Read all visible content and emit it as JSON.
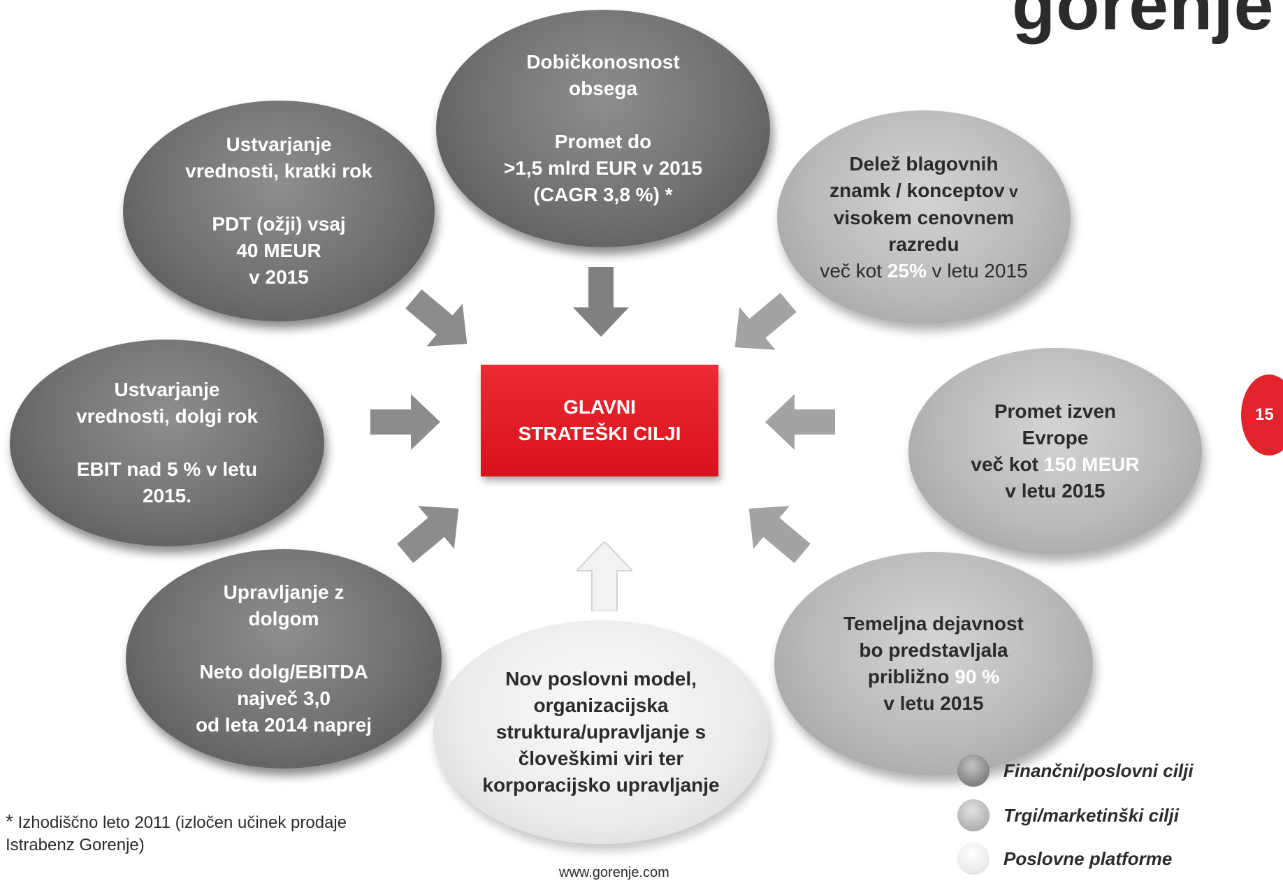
{
  "brand": {
    "logo_text": "gorenje"
  },
  "center": {
    "line1": "GLAVNI",
    "line2": "STRATEŠKI CILJI"
  },
  "goals": {
    "short_term": {
      "title1": "Ustvarjanje",
      "title2": "vrednosti, kratki rok",
      "d1": "PDT (ožji) vsaj",
      "d2": "40 MEUR",
      "d3": "v 2015"
    },
    "profitability": {
      "title1": "Dobičkonosnost",
      "title2": "obsega",
      "d1": "Promet do",
      "d2": ">1,5 mlrd EUR v 2015",
      "d3": "(CAGR 3,8 %) *"
    },
    "brands": {
      "l1": "Delež blagovnih",
      "l2a": "znamk / konceptov",
      "l2b": " v",
      "l3": "visokem cenovnem",
      "l4": "razredu",
      "l5a": "več kot ",
      "l5b": "25%",
      "l5c": " v letu 2015"
    },
    "long_term": {
      "title1": "Ustvarjanje",
      "title2": "vrednosti, dolgi rok",
      "d1a": "EBIT nad ",
      "d1b": "5 %",
      "d1c": " v letu",
      "d2": "2015."
    },
    "outside_europe": {
      "title1": "Promet izven",
      "title2": "Evrope",
      "d1a": "več kot ",
      "d1b": "150 MEUR",
      "d2": "v letu 2015"
    },
    "debt": {
      "title1": "Upravljanje z",
      "title2": "dolgom",
      "d1": "Neto dolg/EBITDA",
      "d2": "največ 3,0",
      "d3": "od leta 2014 naprej"
    },
    "core": {
      "l1": "Temeljna dejavnost",
      "l2": "bo predstavljala",
      "l3a": "približno ",
      "l3b": "90 %",
      "l4": "v letu 2015"
    },
    "business_model": {
      "l1": "Nov poslovni model,",
      "l2": "organizacijska",
      "l3": "struktura/upravljanje s",
      "l4": "človeškimi viri ter",
      "l5": "korporacijsko upravljanje"
    }
  },
  "page_number": "15",
  "footnote": {
    "star": "*",
    "text1": " Izhodiščno leto 2011 (izločen učinek prodaje",
    "text2": "Istrabenz Gorenje)"
  },
  "url": "www.gorenje.com",
  "legend": [
    {
      "label": "Finančni/poslovni cilji"
    },
    {
      "label": "Trgi/marketinški cilji"
    },
    {
      "label": "Poslovne platforme"
    }
  ],
  "colors": {
    "accent_red": "#e1232b",
    "dark_ellipse": "#707070",
    "mid_ellipse": "#b9b9b9",
    "light_ellipse": "#ebebeb",
    "arrow_gray": "#8c8c8c"
  }
}
